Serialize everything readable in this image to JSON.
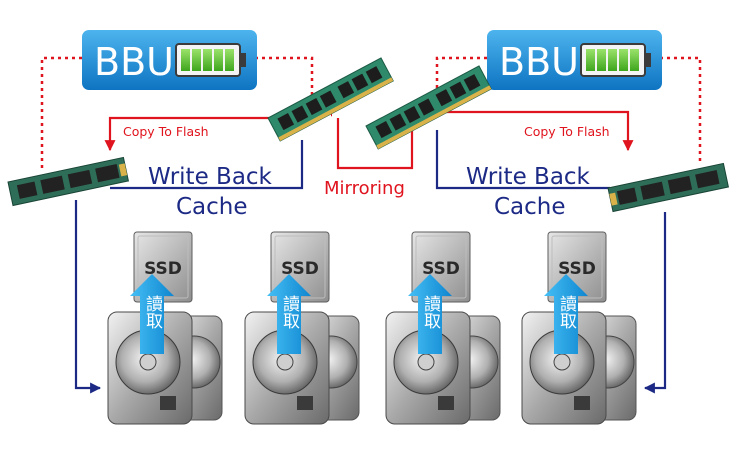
{
  "bbu": {
    "label": "BBU"
  },
  "labels": {
    "copy_to_flash": "Copy To Flash",
    "write_back_line1": "Write Back",
    "write_back_line2": "Cache",
    "mirroring": "Mirroring",
    "ssd": "SSD",
    "read": "讀取"
  },
  "colors": {
    "bbu_box": "#1a8fd8",
    "battery_green": "#5cc832",
    "red_line": "#e0141e",
    "navy_line": "#1c2a86",
    "mirror_text": "#e0141e",
    "cache_text": "#1c2a86",
    "read_arrow": "#1aa0e6",
    "ram_green": "#2e8a6a",
    "ssd_gray": "#9a9a9a",
    "hdd_silver": "#b8b8b8"
  },
  "icons": [
    "battery-icon",
    "ram-module-icon",
    "m2-ssd-icon",
    "ssd-drive-icon",
    "hard-disk-icon",
    "up-arrow-icon"
  ]
}
